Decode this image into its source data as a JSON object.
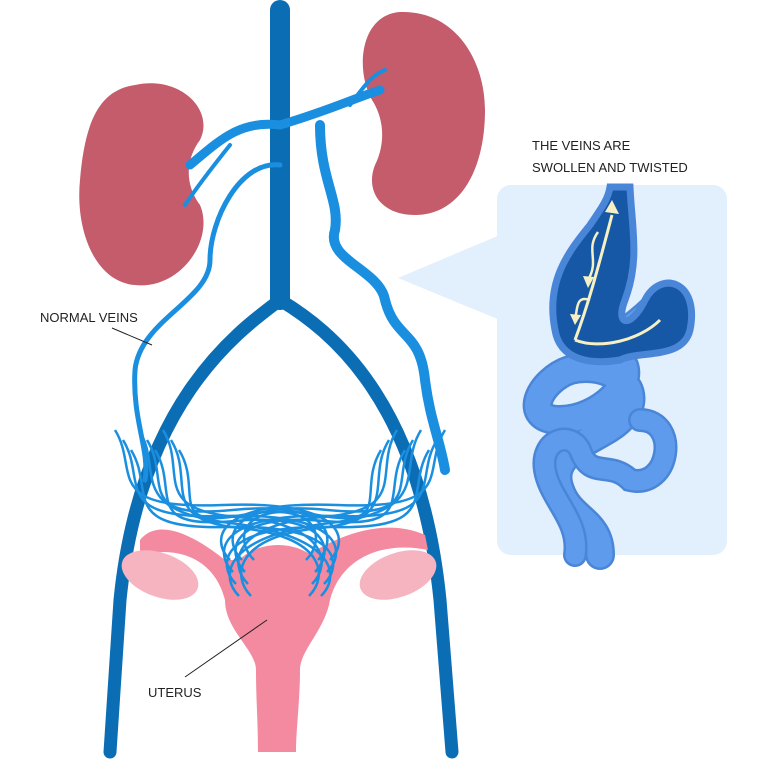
{
  "labels": {
    "callout_line1": "THE VEINS ARE",
    "callout_line2": "SWOLLEN AND TWISTED",
    "normal_veins": "NORMAL VEINS",
    "uterus": "UTERUS"
  },
  "colors": {
    "main_vein": "#0b6eb4",
    "small_vein": "#1a8fe0",
    "kidney": "#c45c6b",
    "uterus": "#f38aa0",
    "ovary": "#f6b3c0",
    "callout_bg": "#e2effc",
    "twisted_vein": "#5f9bec",
    "swollen_inner": "#1758a6",
    "flow_arrow": "#f6f0c4"
  }
}
